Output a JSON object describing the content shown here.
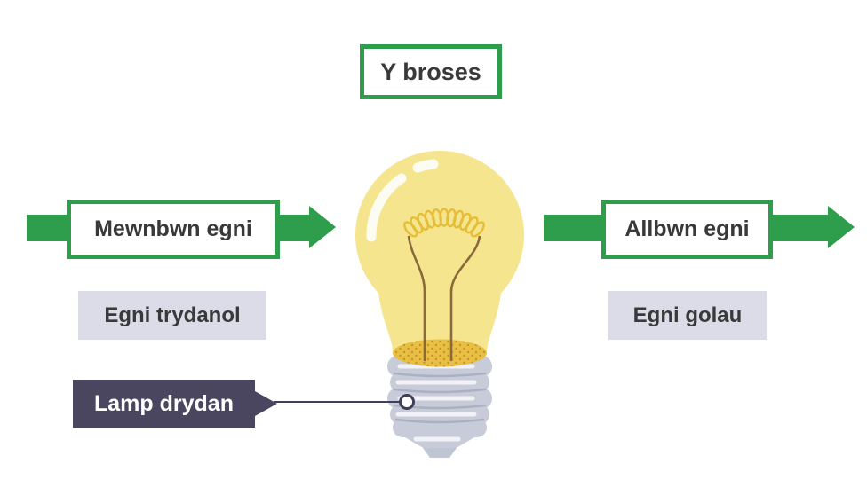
{
  "title": {
    "label": "Y broses"
  },
  "flow": {
    "input_arrow": {
      "label": "Mewnbwn egni"
    },
    "input_energy_tag": {
      "label": "Egni trydanol"
    },
    "output_arrow": {
      "label": "Allbwn egni"
    },
    "output_energy_tag": {
      "label": "Egni golau"
    }
  },
  "callout": {
    "label": "Lamp drydan"
  },
  "illustration": {
    "name": "electric light bulb with filament and screw cap"
  },
  "colors": {
    "arrow_green": "#2f9e4c",
    "callout_navy": "#4a4660",
    "energy_tag_lavender": "#dcdce9",
    "text_dark": "#393939",
    "bulb_glass_yellow": "#f5e58f",
    "bulb_base_gold": "#e9bf43",
    "filament_gold": "#e6bd37",
    "wire_brown": "#8a6a3b",
    "cap_gray": "#c7ccd8",
    "background": "#ffffff"
  }
}
